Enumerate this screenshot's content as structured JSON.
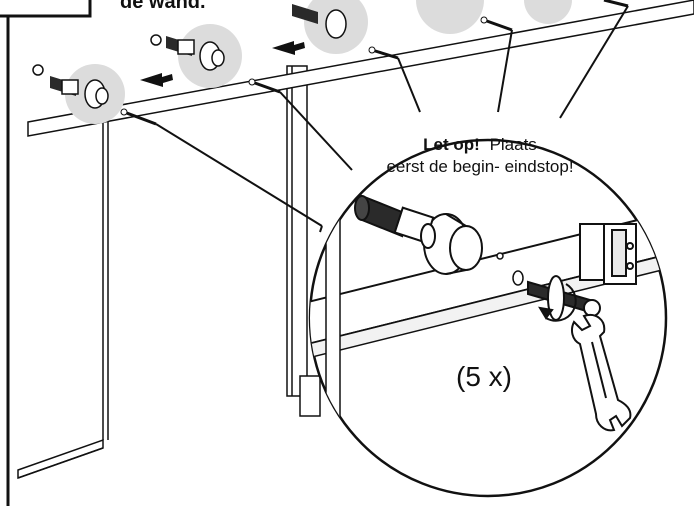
{
  "header_fragment": "de wand.",
  "callout": {
    "line1_bold": "Let op!",
    "line1_rest": "Plaats",
    "line2": "eerst de begin- eindstop!"
  },
  "count_label": "(5 x)",
  "colors": {
    "stroke": "#111111",
    "shade": "#dcdcdc",
    "dark": "#2a2a2a",
    "background": "#ffffff"
  },
  "icons": [
    "dowel-icon",
    "screw-icon",
    "washer-icon",
    "wrench-icon",
    "end-stop-icon"
  ]
}
